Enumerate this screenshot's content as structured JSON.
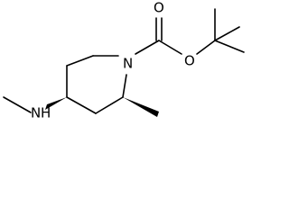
{
  "structure": {
    "atoms": {
      "ring_nitrogen": "N",
      "carbonyl_oxygen": "O",
      "ester_oxygen": "O",
      "amine_nitrogen": "N",
      "amine_hydrogen": "H"
    }
  },
  "colors": {
    "bond": "#000000",
    "label": "#000000",
    "background": "#ffffff"
  }
}
